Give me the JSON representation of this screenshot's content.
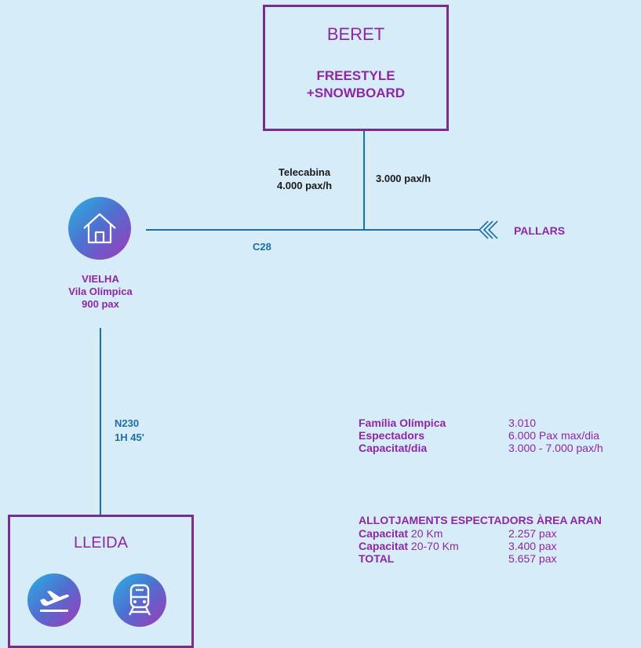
{
  "beret": {
    "title": "BERET",
    "line1": "FREESTYLE",
    "line2": "+SNOWBOARD"
  },
  "telecabina": {
    "line1": "Telecabina",
    "line2": "4.000 pax/h"
  },
  "beret_capacity": "3.000 pax/h",
  "road_c28": "C28",
  "pallars": "PALLARS",
  "vielha": {
    "line1": "VIELHA",
    "line2": "Vila Olímpica",
    "line3": "900 pax"
  },
  "n230": {
    "line1": "N230",
    "line2": "1H 45'"
  },
  "lleida": {
    "title": "LLEIDA"
  },
  "stats": [
    {
      "label": "Família Olímpica",
      "value": "3.010"
    },
    {
      "label": "Espectadors",
      "value": "6.000 Pax max/dia"
    },
    {
      "label": "Capacitat/dia",
      "value": "3.000 - 7.000 pax/h"
    }
  ],
  "lodging": {
    "title": "ALLOTJAMENTS ESPECTADORS ÀREA ARAN",
    "rows": [
      {
        "label": "Capacitat",
        "suffix": " 20 Km",
        "value": "2.257 pax"
      },
      {
        "label": "Capacitat",
        "suffix": " 20-70 Km",
        "value": "3.400 pax"
      },
      {
        "label": "TOTAL",
        "suffix": "",
        "value": "5.657 pax"
      }
    ]
  },
  "icons": [
    "home-icon",
    "airplane-icon",
    "train-icon",
    "chevron-arrows-icon"
  ],
  "colors": {
    "background": "#d6ecf8",
    "purple": "#8d27a6",
    "blue": "#1a6fa8",
    "box_border": "#7a2b8f"
  }
}
